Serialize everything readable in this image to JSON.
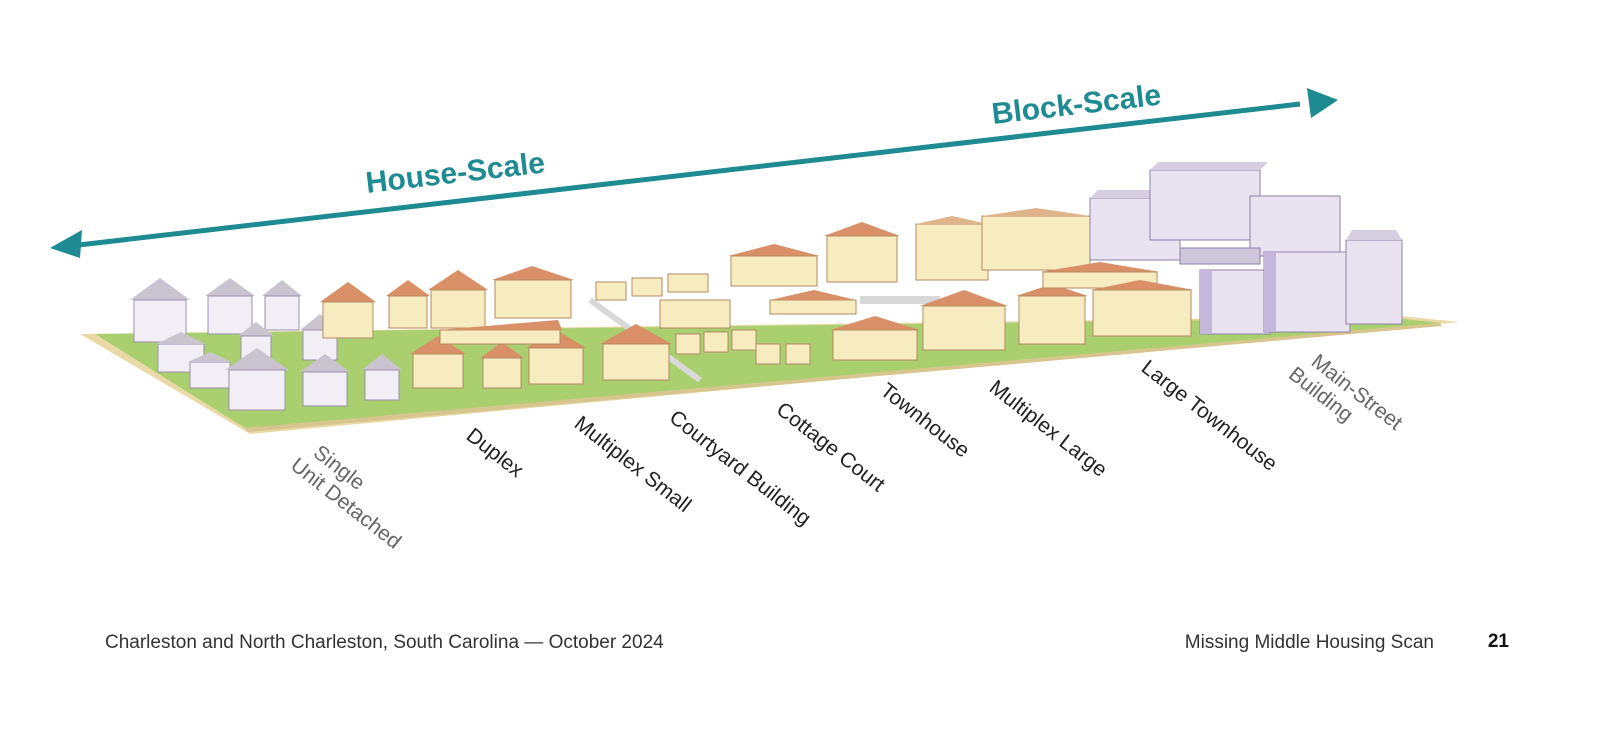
{
  "arrow": {
    "left_label": "House-Scale",
    "right_label": "Block-Scale",
    "color": "#1e8a91"
  },
  "building_types": [
    {
      "line1": "Single",
      "line2": "Unit Detached"
    },
    {
      "line1": "Duplex",
      "line2": ""
    },
    {
      "line1": "Multiplex Small",
      "line2": ""
    },
    {
      "line1": "Courtyard Building",
      "line2": ""
    },
    {
      "line1": "Cottage Court",
      "line2": ""
    },
    {
      "line1": "Townhouse",
      "line2": ""
    },
    {
      "line1": "Multiplex Large",
      "line2": ""
    },
    {
      "line1": "Large Townhouse",
      "line2": ""
    },
    {
      "line1": "Main-Street",
      "line2": "Building"
    }
  ],
  "footer": {
    "left": "Charleston and North Charleston, South Carolina — October 2024",
    "right": "Missing Middle Housing Scan",
    "page": "21"
  },
  "colors": {
    "grass": "#a9cf6f",
    "sidewalk": "#e9d9a6",
    "house_white": "#f1eef6",
    "house_roof_gray": "#c9c4cf",
    "cream_wall": "#f6ecc0",
    "terracotta_roof": "#d99066",
    "mainstreet_wall": "#e9e3f1",
    "mainstreet_shadow": "#c5b6dc"
  }
}
